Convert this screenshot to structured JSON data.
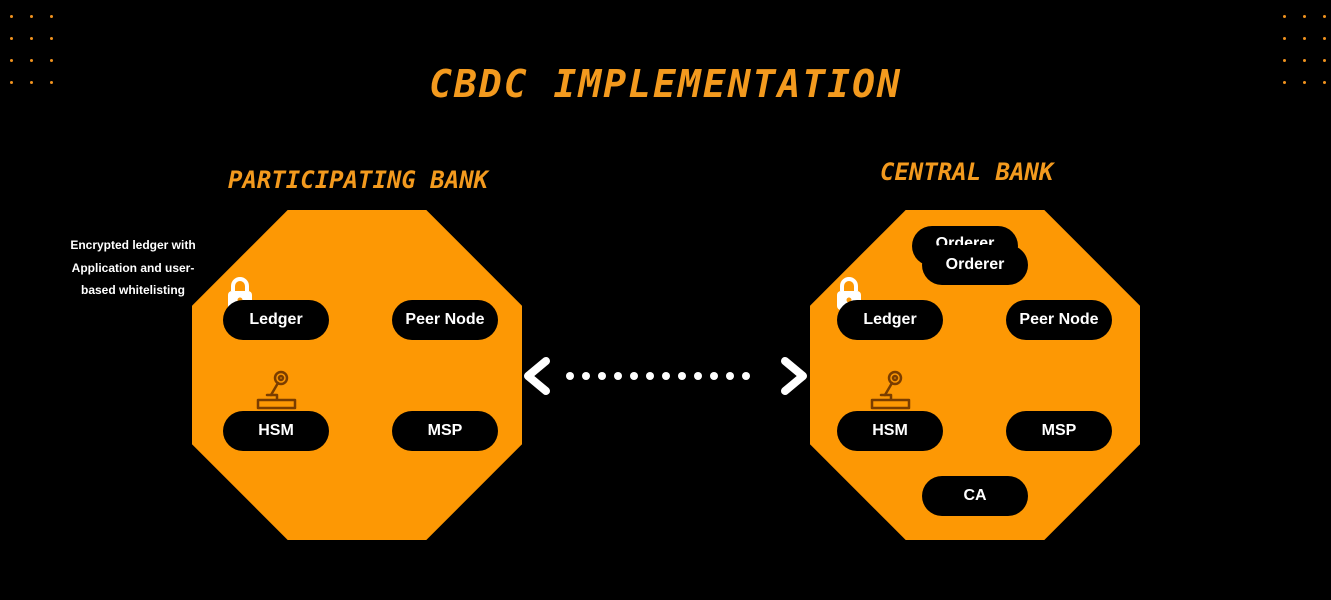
{
  "title": "CBDC IMPLEMENTATION",
  "colors": {
    "background": "#000000",
    "accent": "#f39a1e",
    "octagon_fill": "#fd9804",
    "node_fill": "#000000",
    "node_text": "#ffffff"
  },
  "participating_bank": {
    "label": "PARTICIPATING BANK",
    "annotation": "Encrypted ledger with Application and user-based whitelisting",
    "nodes": {
      "ledger": "Ledger",
      "peer_node": "Peer Node",
      "hsm": "HSM",
      "msp": "MSP"
    },
    "icons": [
      "lock-icon",
      "key-icon"
    ]
  },
  "central_bank": {
    "label": "CENTRAL BANK",
    "nodes": {
      "orderer_back": "Orderer",
      "orderer_front": "Orderer",
      "ledger": "Ledger",
      "peer_node": "Peer Node",
      "hsm": "HSM",
      "msp": "MSP",
      "ca": "CA"
    },
    "icons": [
      "lock-icon",
      "key-icon"
    ]
  },
  "connection": {
    "type": "bidirectional-dotted-arrow",
    "icons": [
      "chevron-left-icon",
      "chevron-right-icon"
    ]
  }
}
